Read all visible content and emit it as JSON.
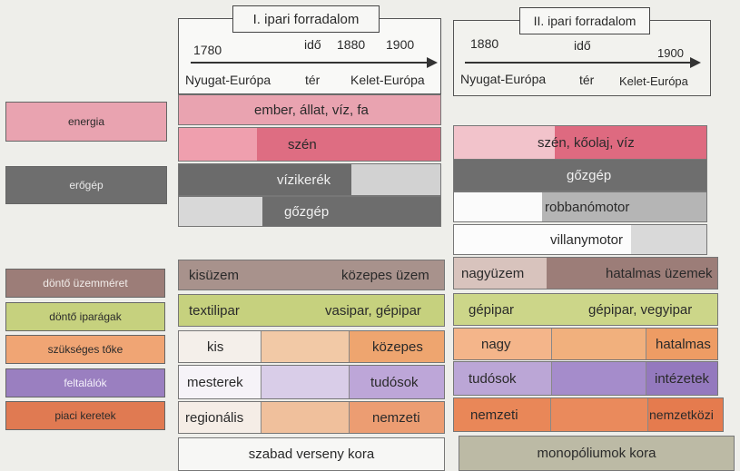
{
  "first_revolution": {
    "title": "I. ipari forradalom",
    "year_start": "1780",
    "time_label": "idő",
    "year_mid": "1880",
    "year_end": "1900",
    "space_start": "Nyugat-Európa",
    "space_label": "tér",
    "space_end": "Kelet-Európa"
  },
  "second_revolution": {
    "title": "II. ipari forradalom",
    "year_start": "1880",
    "time_label": "idő",
    "year_end": "1900",
    "space_start": "Nyugat-Európa",
    "space_label": "tér",
    "space_end": "Kelet-Európa"
  },
  "categories": {
    "energy": "energia",
    "power_machine": "erőgép",
    "plant_size": "döntő üzemméret",
    "industries": "döntő iparágak",
    "capital": "szükséges tőke",
    "inventors": "feltalálók",
    "market": "piaci keretek"
  },
  "first_cells": {
    "energy_1": "ember, állat, víz, fa",
    "energy_2": "szén",
    "machine_1": "vízikerék",
    "machine_2": "gőzgép",
    "plant_start": "kisüzem",
    "plant_end": "közepes üzem",
    "industry_start": "textilipar",
    "industry_end": "vasipar, gépipar",
    "capital_start": "kis",
    "capital_end": "közepes",
    "inventor_start": "mesterek",
    "inventor_end": "tudósok",
    "market_start": "regionális",
    "market_end": "nemzeti",
    "era": "szabad verseny kora"
  },
  "second_cells": {
    "energy": "szén, kőolaj, víz",
    "machine_1": "gőzgép",
    "machine_2": "robbanómotor",
    "machine_3": "villanymotor",
    "plant_start": "nagyüzem",
    "plant_end": "hatalmas üzemek",
    "industry_start": "gépipar",
    "industry_end": "gépipar, vegyipar",
    "capital_start": "nagy",
    "capital_end": "hatalmas",
    "inventor_start": "tudósok",
    "inventor_end": "intézetek",
    "market_start": "nemzeti",
    "market_end": "nemzetközi",
    "era": "monopóliumok kora"
  },
  "colors": {
    "energy": "#e9a3b0",
    "energy_dark": "#dd6f84",
    "machine": "#6e6e6e",
    "machine_light": "#d4d4d4",
    "plant": "#9c7d78",
    "industry": "#c6d17e",
    "capital": "#f0a574",
    "inventors": "#9a7fc0",
    "market": "#e07a52",
    "era_second": "#bcbaa5"
  }
}
